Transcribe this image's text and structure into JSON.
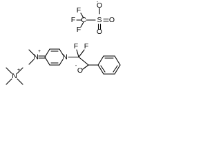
{
  "triflate": {
    "atoms": {
      "o_top": "O",
      "s": "S",
      "o_right": "O",
      "o_bottom": "O",
      "c": "C",
      "f1": "F",
      "f2": "F",
      "f3": "F"
    },
    "charges": {
      "o_top": "-"
    }
  },
  "tetramethylammonium": {
    "atoms": {
      "n": "N"
    },
    "charges": {
      "n": "+"
    }
  },
  "cation": {
    "atoms": {
      "n_amine": "N",
      "n_ring": "N",
      "f1": "F",
      "f2": "F",
      "o": "O"
    },
    "charges": {
      "n_amine": "+",
      "o": "-"
    }
  }
}
